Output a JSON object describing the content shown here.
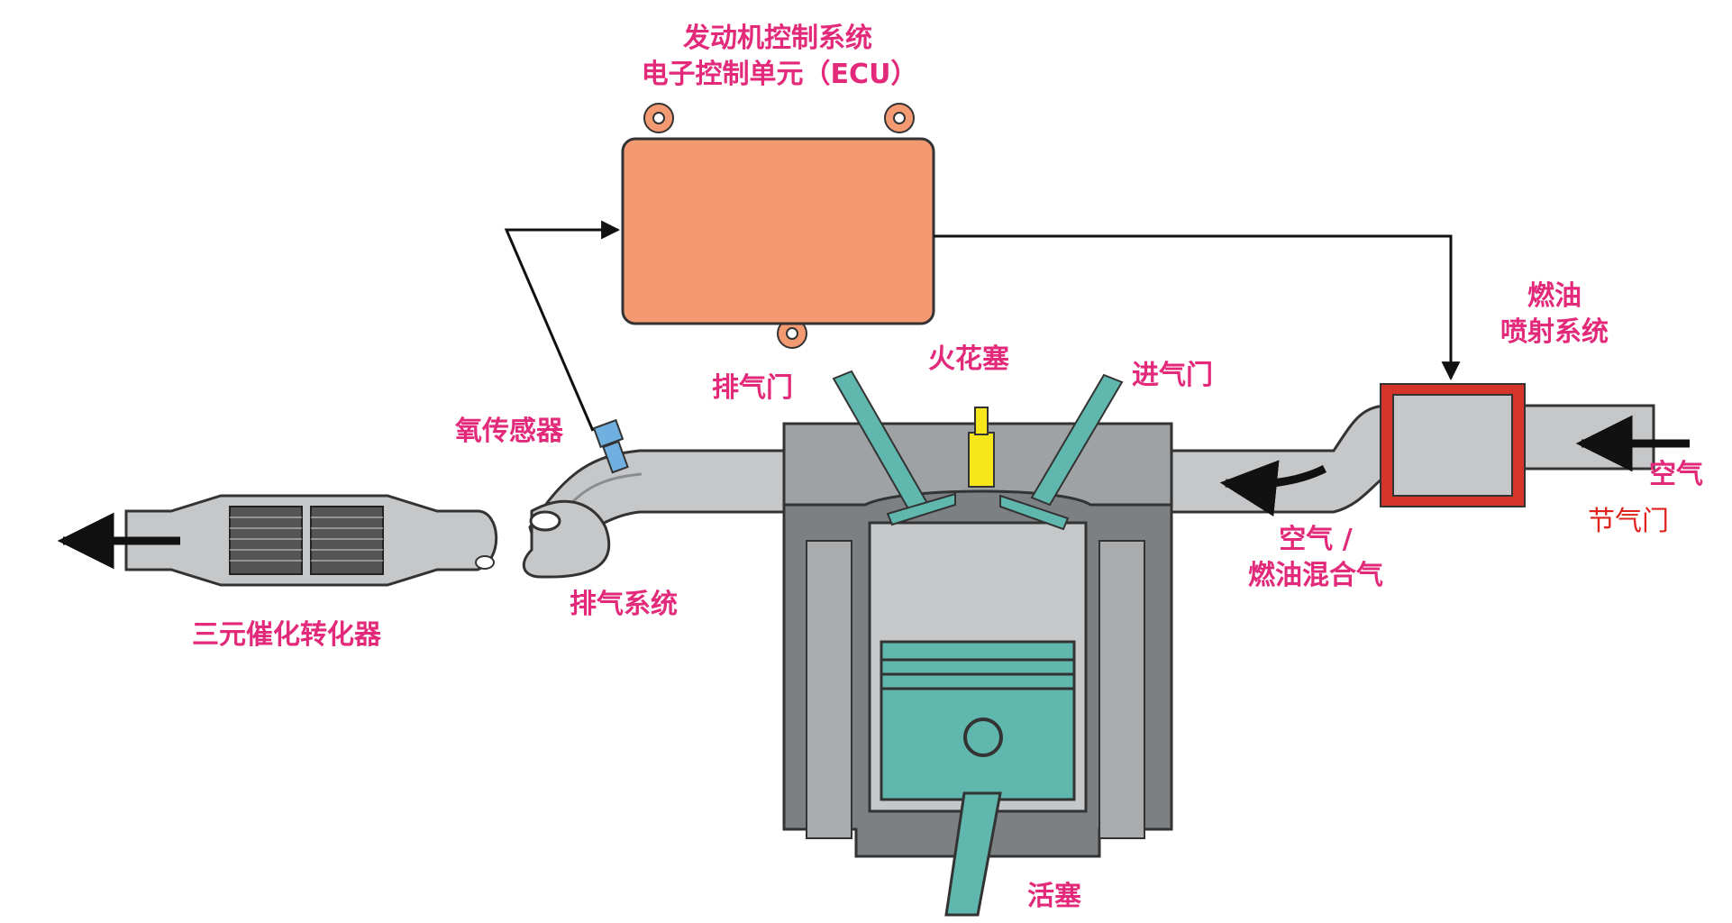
{
  "labels": {
    "ecu_line1": "发动机控制系统",
    "ecu_line2": "电子控制单元（ECU）",
    "fuel_line1": "燃油",
    "fuel_line2": "喷射系统",
    "spark_plug": "火花塞",
    "exhaust_valve": "排气门",
    "intake_valve": "进气门",
    "oxygen_sensor": "氧传感器",
    "air": "空气",
    "throttle": "节气门",
    "mixture_line1": "空气 /",
    "mixture_line2": "燃油混合气",
    "exhaust_system": "排气系统",
    "catalytic_converter": "三元催化转化器",
    "piston": "活塞"
  },
  "colors": {
    "label_pink": "#e2297a",
    "label_red": "#e0221c",
    "ecu_fill": "#f49a72",
    "metal_gray": "#c6c7c9",
    "dark_gray": "#8a8c8f",
    "piston_teal": "#5fb7ad",
    "spark_yellow": "#f7e71a",
    "sensor_blue": "#6fb0e0",
    "injector_frame": "#d6352b"
  }
}
